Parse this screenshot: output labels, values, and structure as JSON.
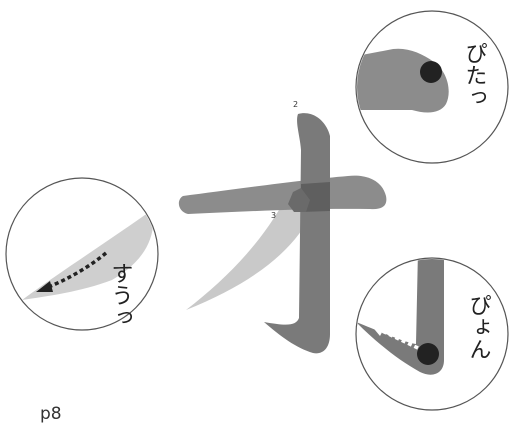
{
  "stroke_numbers": {
    "stroke_2": "2",
    "stroke_3": "3"
  },
  "callouts": {
    "top_right": {
      "label": "ぴたっ"
    },
    "left": {
      "label": "すうっ"
    },
    "bottom_right": {
      "label": "ぴょん"
    }
  },
  "page_number": "p8",
  "colors": {
    "horizontal_stroke": "#8c8c8c",
    "vertical_stroke": "#7a7a7a",
    "sweep_stroke": "#c9c9c9",
    "overlap": "#5f5f5f",
    "circle_outline": "#555555",
    "marker": "#222222"
  }
}
